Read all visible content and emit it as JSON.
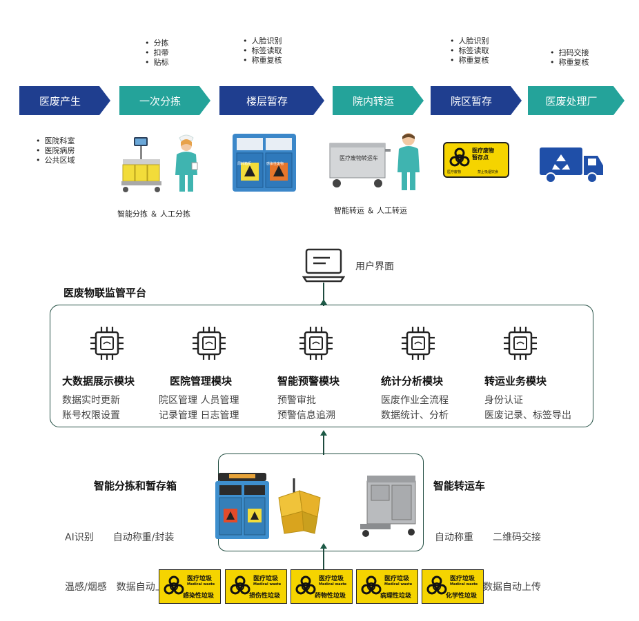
{
  "flow": {
    "steps": [
      {
        "label": "医废产生"
      },
      {
        "label": "一次分拣"
      },
      {
        "label": "楼层暂存"
      },
      {
        "label": "院内转运"
      },
      {
        "label": "院区暂存"
      },
      {
        "label": "医废处理厂"
      }
    ],
    "above_bullets": {
      "sort": [
        "分拣",
        "扣带",
        "贴标"
      ],
      "floor": [
        "人脸识别",
        "标签读取",
        "称重复核"
      ],
      "campus": [
        "人脸识别",
        "标签读取",
        "称重复核"
      ],
      "plant": [
        "扫码交接",
        "称重复核"
      ]
    },
    "below_bullets": [
      "医院科室",
      "医院病房",
      "公共区域"
    ],
    "captions": {
      "sort": "智能分拣 ＆ 人工分拣",
      "transfer": "智能转运 ＆ 人工转运"
    },
    "device_texts": {
      "bin_tag1": "周转箱柜",
      "bin_tag2": "感染性废物",
      "cart_title": "医疗废物转运车",
      "sign_line1": "医疗废物",
      "sign_line2": "暂存点",
      "sign_sub1": "医疗废物",
      "sign_sub2": "禁止吸烟饮食"
    }
  },
  "ui": {
    "label": "用户界面"
  },
  "platform": {
    "title": "医废物联监管平台",
    "modules": [
      {
        "title": "大数据展示模块",
        "lines": [
          "数据实时更新",
          "账号权限设置"
        ]
      },
      {
        "title": "医院管理模块",
        "lines": [
          "院区管理 人员管理",
          "记录管理 日志管理"
        ]
      },
      {
        "title": "智能预警模块",
        "lines": [
          "预警审批",
          "预警信息追溯"
        ]
      },
      {
        "title": "统计分析模块",
        "lines": [
          "医废作业全流程",
          "数据统计、分析"
        ]
      },
      {
        "title": "转运业务模块",
        "lines": [
          "身份认证",
          "医废记录、标签导出"
        ]
      }
    ]
  },
  "devices": {
    "left": {
      "title": "智能分拣和暂存箱",
      "lines": [
        "AI识别　　自动称重/封装",
        "温感/烟感　数据自动上传"
      ]
    },
    "right": {
      "title": "智能转运车",
      "lines": [
        "自动称重　　二维码交接",
        "电动助力　数据自动上传"
      ]
    }
  },
  "labels": [
    {
      "title": "医疗垃圾",
      "en": "Medical waste",
      "type": "感染性垃圾"
    },
    {
      "title": "医疗垃圾",
      "en": "Medical waste",
      "type": "损伤性垃圾"
    },
    {
      "title": "医疗垃圾",
      "en": "Medical waste",
      "type": "药物性垃圾"
    },
    {
      "title": "医疗垃圾",
      "en": "Medical waste",
      "type": "病理性垃圾"
    },
    {
      "title": "医疗垃圾",
      "en": "Medical waste",
      "type": "化学性垃圾"
    }
  ],
  "colors": {
    "navy": "#1f3e8f",
    "teal": "#24a39a",
    "line": "#1d4a3e",
    "yellow": "#f5d400"
  }
}
